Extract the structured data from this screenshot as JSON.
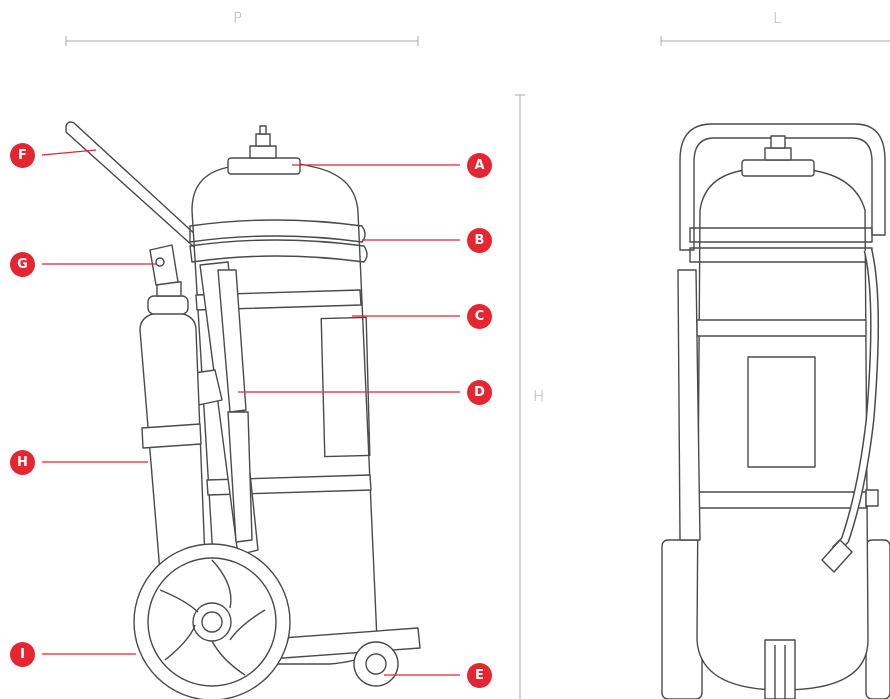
{
  "dimensions": {
    "depth": "P",
    "width": "L",
    "height": "H"
  },
  "callouts": {
    "a": "A",
    "b": "B",
    "c": "C",
    "d": "D",
    "e": "E",
    "f": "F",
    "g": "G",
    "h": "H",
    "i": "I"
  },
  "colors": {
    "accent": "#e5252f",
    "dimension": "#a6adb4",
    "outline": "#4a4a4a"
  }
}
